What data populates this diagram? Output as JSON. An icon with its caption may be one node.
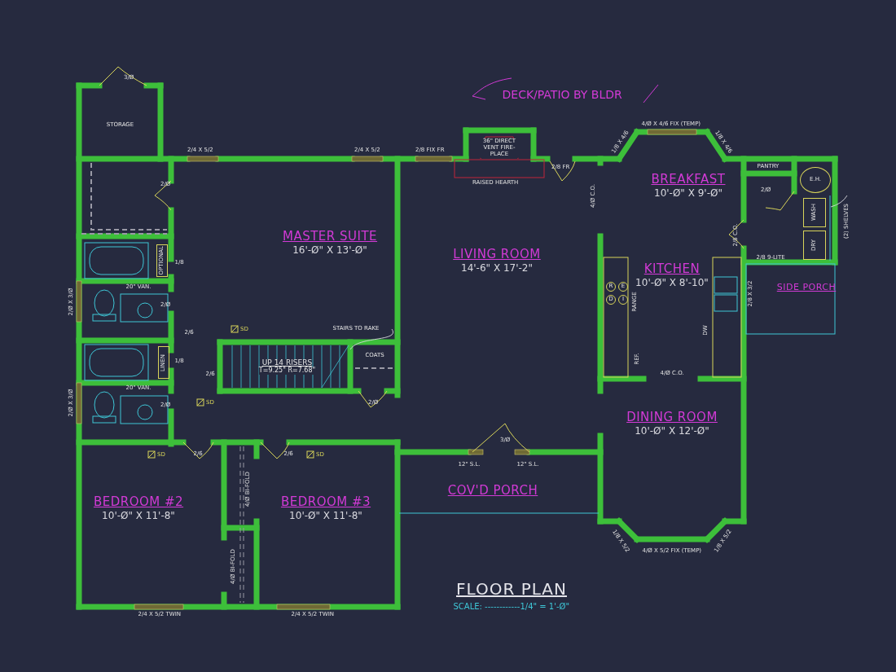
{
  "diagram": {
    "title": "FLOOR PLAN",
    "caption": "SCALE: ------------1/4\" = 1'-Ø\"",
    "nodes": [
      {
        "text": [
          "STORAGE"
        ]
      },
      {
        "text": [
          "MASTER SUITE",
          "16'-Ø\" X 13'-Ø\""
        ]
      },
      {
        "text": [
          "LIVING ROOM",
          "14'-6\" X 17'-2\""
        ]
      },
      {
        "text": [
          "36\" DIRECT VENT FIRE-PLACE"
        ]
      },
      {
        "text": [
          "BREAKFAST",
          "10'-Ø\" X 9'-Ø\""
        ]
      },
      {
        "text": [
          "PANTRY"
        ]
      },
      {
        "text": [
          "E.H."
        ]
      },
      {
        "text": [
          "WASH"
        ]
      },
      {
        "text": [
          "DRY"
        ]
      },
      {
        "text": [
          "KITCHEN",
          "10'-Ø\" X 8'-10\""
        ]
      },
      {
        "text": [
          "R"
        ]
      },
      {
        "text": [
          "E"
        ]
      },
      {
        "text": [
          "D"
        ]
      },
      {
        "text": [
          "I"
        ]
      },
      {
        "text": [
          "SIDE PORCH"
        ]
      },
      {
        "text": [
          "OPTIONAL"
        ]
      },
      {
        "text": [
          "LINEN"
        ]
      },
      {
        "text": [
          "UP 14 RISERS",
          "T=9.25\" R=7.68\""
        ]
      },
      {
        "text": [
          "STAIRS TO RAKE"
        ]
      },
      {
        "text": [
          "COATS"
        ]
      },
      {
        "text": [
          "DINING ROOM",
          "10'-Ø\" X 12'-Ø\""
        ]
      },
      {
        "text": [
          "COV'D PORCH"
        ]
      },
      {
        "text": [
          "BEDROOM #2",
          "10'-Ø\" X 11'-8\""
        ]
      },
      {
        "text": [
          "BEDROOM #3",
          "10'-Ø\" X 11'-8\""
        ]
      },
      {
        "text": [
          "(2) SHELVES"
        ]
      }
    ],
    "edges": [
      {
        "from": 18,
        "to": 17,
        "arrow": "none"
      },
      {
        "from": 24,
        "to": null,
        "arrow": "none"
      }
    ],
    "labels": [
      "DECK/PATIO BY BLDR",
      "3/Ø",
      "2/4 X 5/2",
      "2/4 X 5/2",
      "2/8 FIX FR",
      "4/Ø X 4/6 FIX (TEMP)",
      "1/8 X 4/6",
      "1/8 X 4/6",
      "RAISED HEARTH",
      "2/Ø",
      "2/8 FR",
      "4/Ø C.O.",
      "2/Ø",
      "2/8 C.O.",
      "2/8 9-LITE",
      "1/8",
      "2/Ø X 3/Ø",
      "2/Ø",
      "20\" VAN.",
      "RANGE",
      "2/8 X 3/2",
      "2/6",
      "SD",
      "DW",
      "1/8",
      "2/6",
      "REF.",
      "4/Ø C.O.",
      "2/Ø X 3/Ø",
      "2/Ø",
      "20\" VAN.",
      "SD",
      "2/Ø",
      "SD",
      "2/6",
      "2/6",
      "SD",
      "3/Ø",
      "12\" S.L.",
      "12\" S.L.",
      "4/Ø BI-FOLD",
      "4/Ø BI-FOLD",
      "1/8 X 5/2",
      "1/8 X 5/2",
      "4/Ø X 5/2 FIX (TEMP)",
      "2/4 X 5/2 TWIN",
      "2/4 X 5/2 TWIN"
    ]
  }
}
